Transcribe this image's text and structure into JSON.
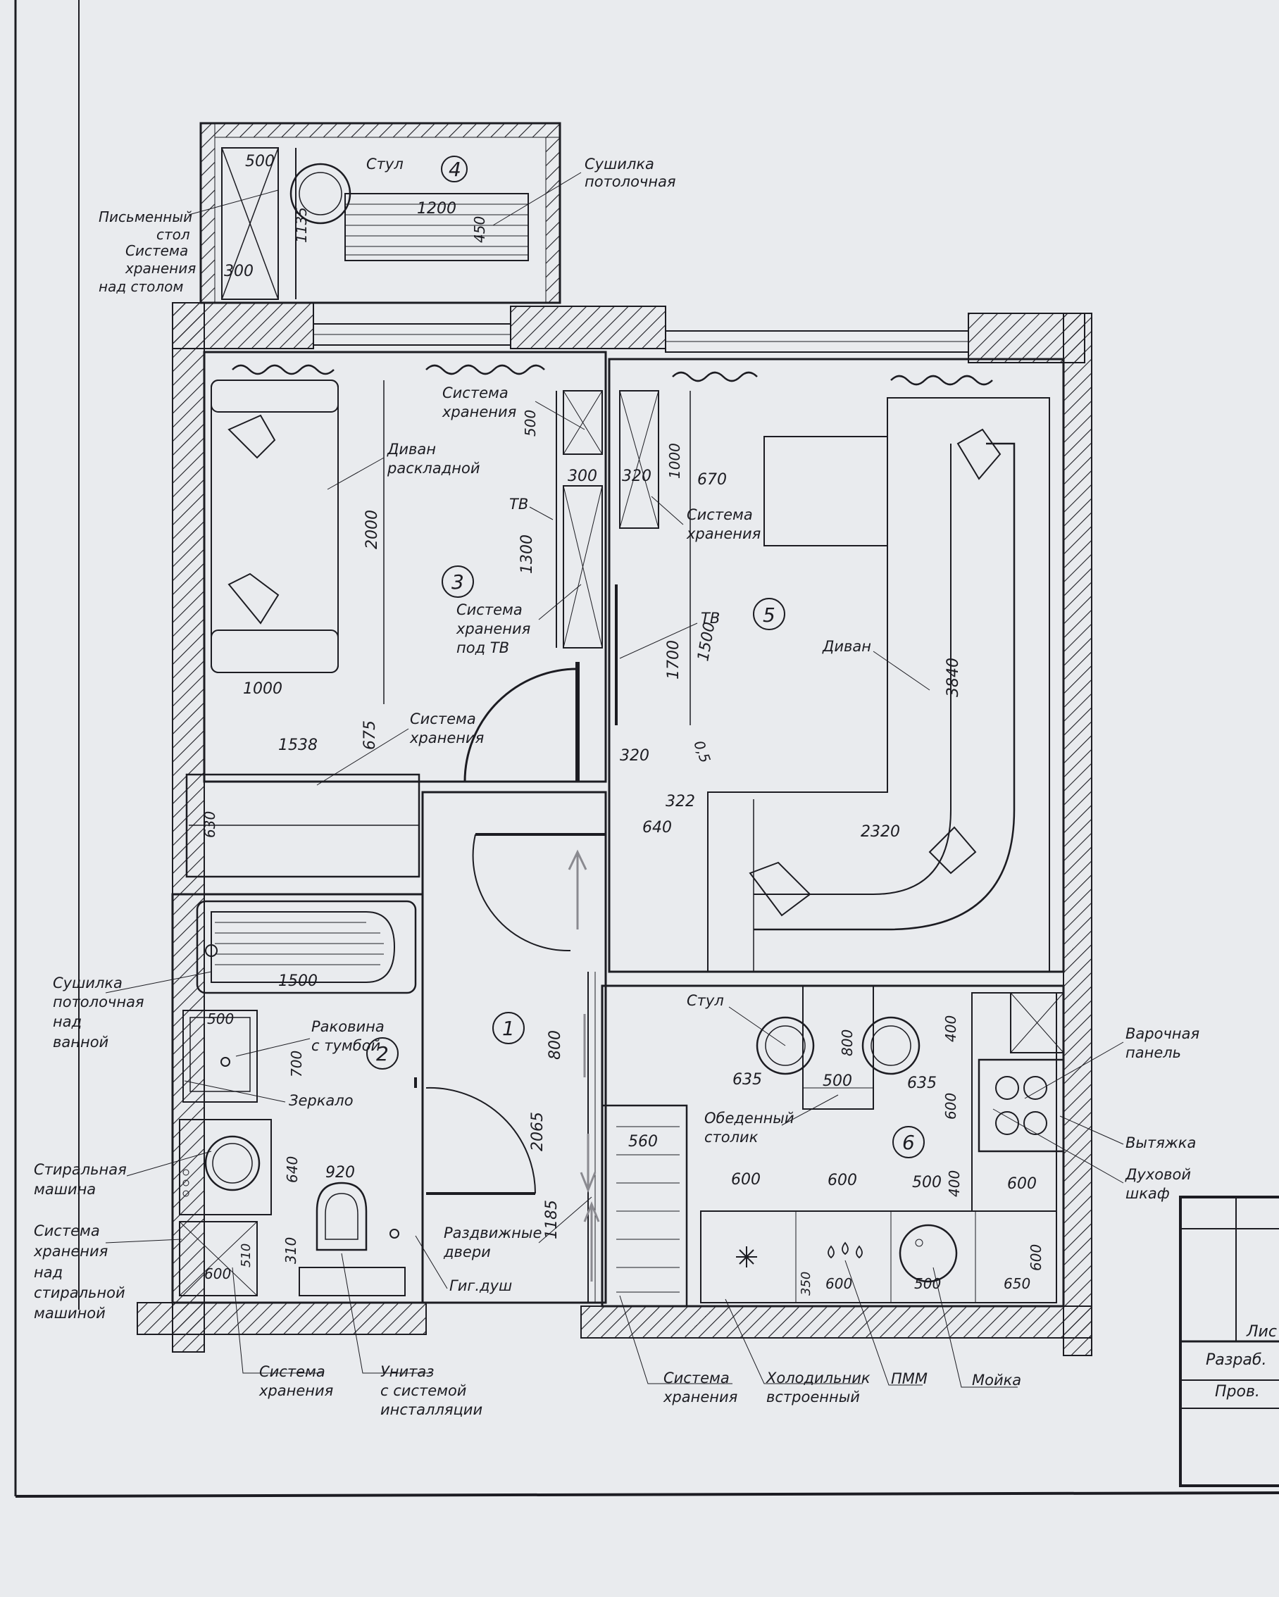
{
  "rooms": [
    {
      "num": "1"
    },
    {
      "num": "2"
    },
    {
      "num": "3"
    },
    {
      "num": "4"
    },
    {
      "num": "5"
    },
    {
      "num": "6"
    }
  ],
  "labels": {
    "balcony_chair": "Стул",
    "ceiling_dryer_balcony": [
      "Сушилка",
      "потолочная"
    ],
    "desk_left": [
      "Письменный",
      "стол",
      "Система",
      "хранения",
      "над столом"
    ],
    "storage_room3": [
      "Система",
      "хранения"
    ],
    "sofa_bed": [
      "Диван",
      "раскладной"
    ],
    "tv_room3": "ТВ",
    "storage_under_tv": [
      "Система",
      "хранения",
      "под ТВ"
    ],
    "storage_hall": [
      "Система",
      "хранения"
    ],
    "storage_room5": [
      "Система",
      "хранения"
    ],
    "tv_room5": "ТВ",
    "sofa_room5": "Диван",
    "kitchen_chair": "Стул",
    "hob": [
      "Варочная",
      "панель"
    ],
    "dining_table": [
      "Обеденный",
      "столик"
    ],
    "hood": "Вытяжка",
    "oven": [
      "Духовой",
      "шкаф"
    ],
    "bath_dryer": [
      "Сушилка",
      "потолочная",
      "над",
      "ванной"
    ],
    "sink_cabinet": [
      "Раковина",
      "с тумбой"
    ],
    "mirror": "Зеркало",
    "washer": [
      "Стиральная",
      "машина"
    ],
    "storage_over_washer": [
      "Система",
      "хранения",
      "над",
      "стиральной",
      "машиной"
    ],
    "sliding_doors": [
      "Раздвижные",
      "двери"
    ],
    "hyg_shower": "Гиг.душ",
    "storage_bath": [
      "Система",
      "хранения"
    ],
    "toilet": [
      "Унитаз",
      "с системой",
      "инсталляции"
    ],
    "storage_kitchen": [
      "Система",
      "хранения"
    ],
    "fridge": [
      "Холодильник",
      "встроенный"
    ],
    "dishwasher": "ПММ",
    "kitchen_sink": "Мойка"
  },
  "dimensions": {
    "balcony_500": "500",
    "balcony_1200": "1200",
    "balcony_1135": "1135",
    "balcony_450": "450",
    "balcony_300": "300",
    "r3_500": "500",
    "r3_300": "300",
    "r3_2000": "2000",
    "r3_1300": "1300",
    "r3_1000": "1000",
    "r3_675": "675",
    "r3_1538": "1538",
    "r3_630": "630",
    "r5_320a": "320",
    "r5_1000": "1000",
    "r5_670": "670",
    "r5_1700": "1700",
    "r5_1500": "1500",
    "r5_320b": "320",
    "r5_322": "322",
    "r5_640": "640",
    "r5_05": "0,5",
    "r5_3840": "3840",
    "r5_2320": "2320",
    "bath_1500": "1500",
    "bath_500": "500",
    "bath_700": "700",
    "bath_640": "640",
    "bath_920": "920",
    "bath_310": "310",
    "bath_510": "510",
    "bath_600": "600",
    "hall_800": "800",
    "hall_2065": "2065",
    "hall_1185": "1185",
    "hall_560": "560",
    "k_800": "800",
    "k_400a": "400",
    "k_635a": "635",
    "k_500a": "500",
    "k_635b": "635",
    "k_600a": "600",
    "k_600b": "600",
    "k_600c": "600",
    "k_500b": "500",
    "k_400b": "400",
    "k_600d": "600",
    "k_350": "350",
    "k_600e": "600",
    "k_500c": "500",
    "k_650": "650",
    "k_600f": "600"
  },
  "title_block": {
    "sheet": "Лис",
    "developed": "Разраб.",
    "checked": "Пров."
  },
  "colors": {
    "ink": "#1c1c22",
    "paper": "#e9ebee",
    "pencil": "#8a8a90"
  }
}
